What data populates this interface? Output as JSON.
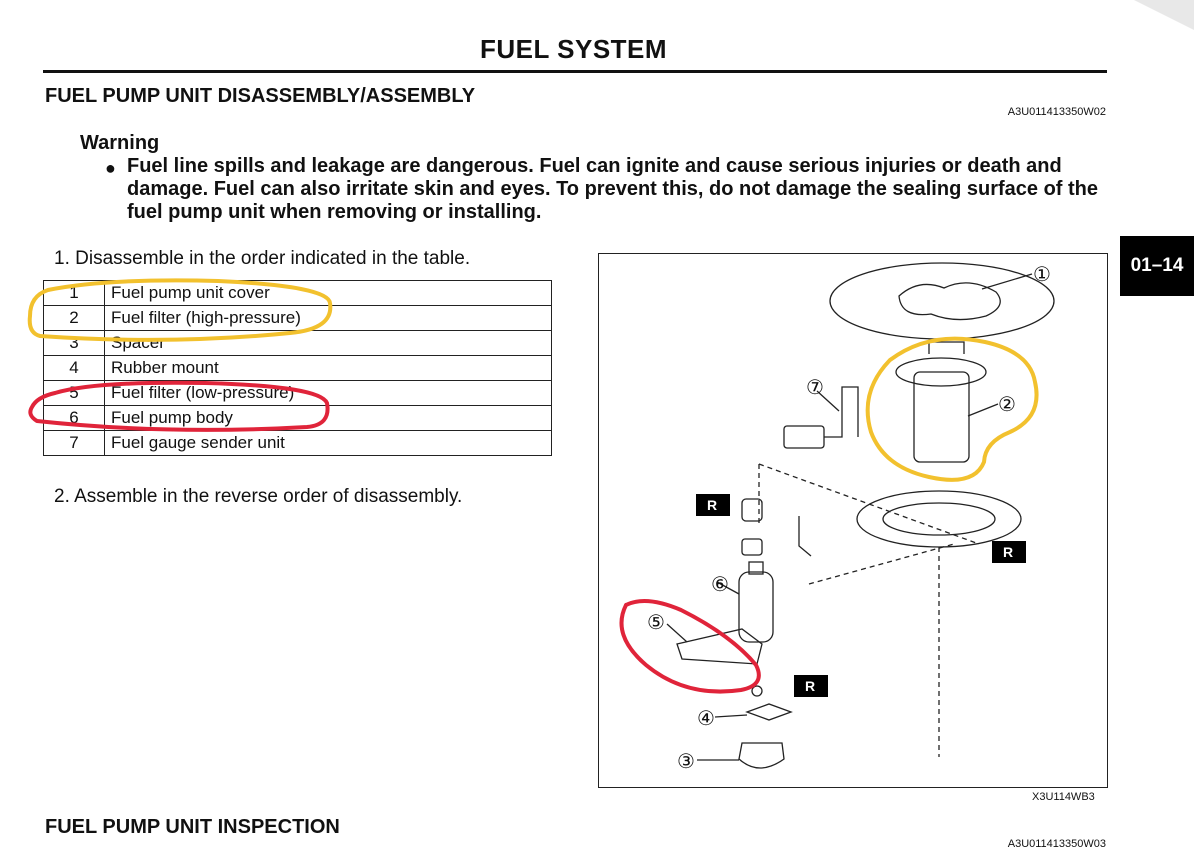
{
  "header": {
    "title": "FUEL SYSTEM"
  },
  "section1": {
    "title": "FUEL PUMP UNIT DISASSEMBLY/ASSEMBLY",
    "code": "A3U011413350W02"
  },
  "warning": {
    "title": "Warning",
    "bullet": "●",
    "text": "Fuel line spills and leakage are dangerous. Fuel can ignite and cause serious injuries or death and damage. Fuel can also irritate skin and eyes. To prevent this, do not damage the sealing surface of the fuel pump unit when removing or installing."
  },
  "steps": [
    "1. Disassemble in the order indicated in the table.",
    "2. Assemble in the reverse order of disassembly."
  ],
  "parts": [
    {
      "num": "1",
      "name": "Fuel pump unit cover"
    },
    {
      "num": "2",
      "name": "Fuel filter (high-pressure)"
    },
    {
      "num": "3",
      "name": "Spacer"
    },
    {
      "num": "4",
      "name": "Rubber mount"
    },
    {
      "num": "5",
      "name": "Fuel filter (low-pressure)"
    },
    {
      "num": "6",
      "name": "Fuel pump body"
    },
    {
      "num": "7",
      "name": "Fuel gauge sender unit"
    }
  ],
  "page_tab": "01–14",
  "figure": {
    "code": "X3U114WB3",
    "callouts": [
      "①",
      "②",
      "③",
      "④",
      "⑤",
      "⑥",
      "⑦"
    ],
    "r_badges": [
      "R",
      "R",
      "R"
    ]
  },
  "section2": {
    "title": "FUEL PUMP UNIT INSPECTION",
    "code": "A3U011413350W03"
  },
  "annotations": {
    "yellow": "#f2c12e",
    "red": "#e0243a"
  }
}
